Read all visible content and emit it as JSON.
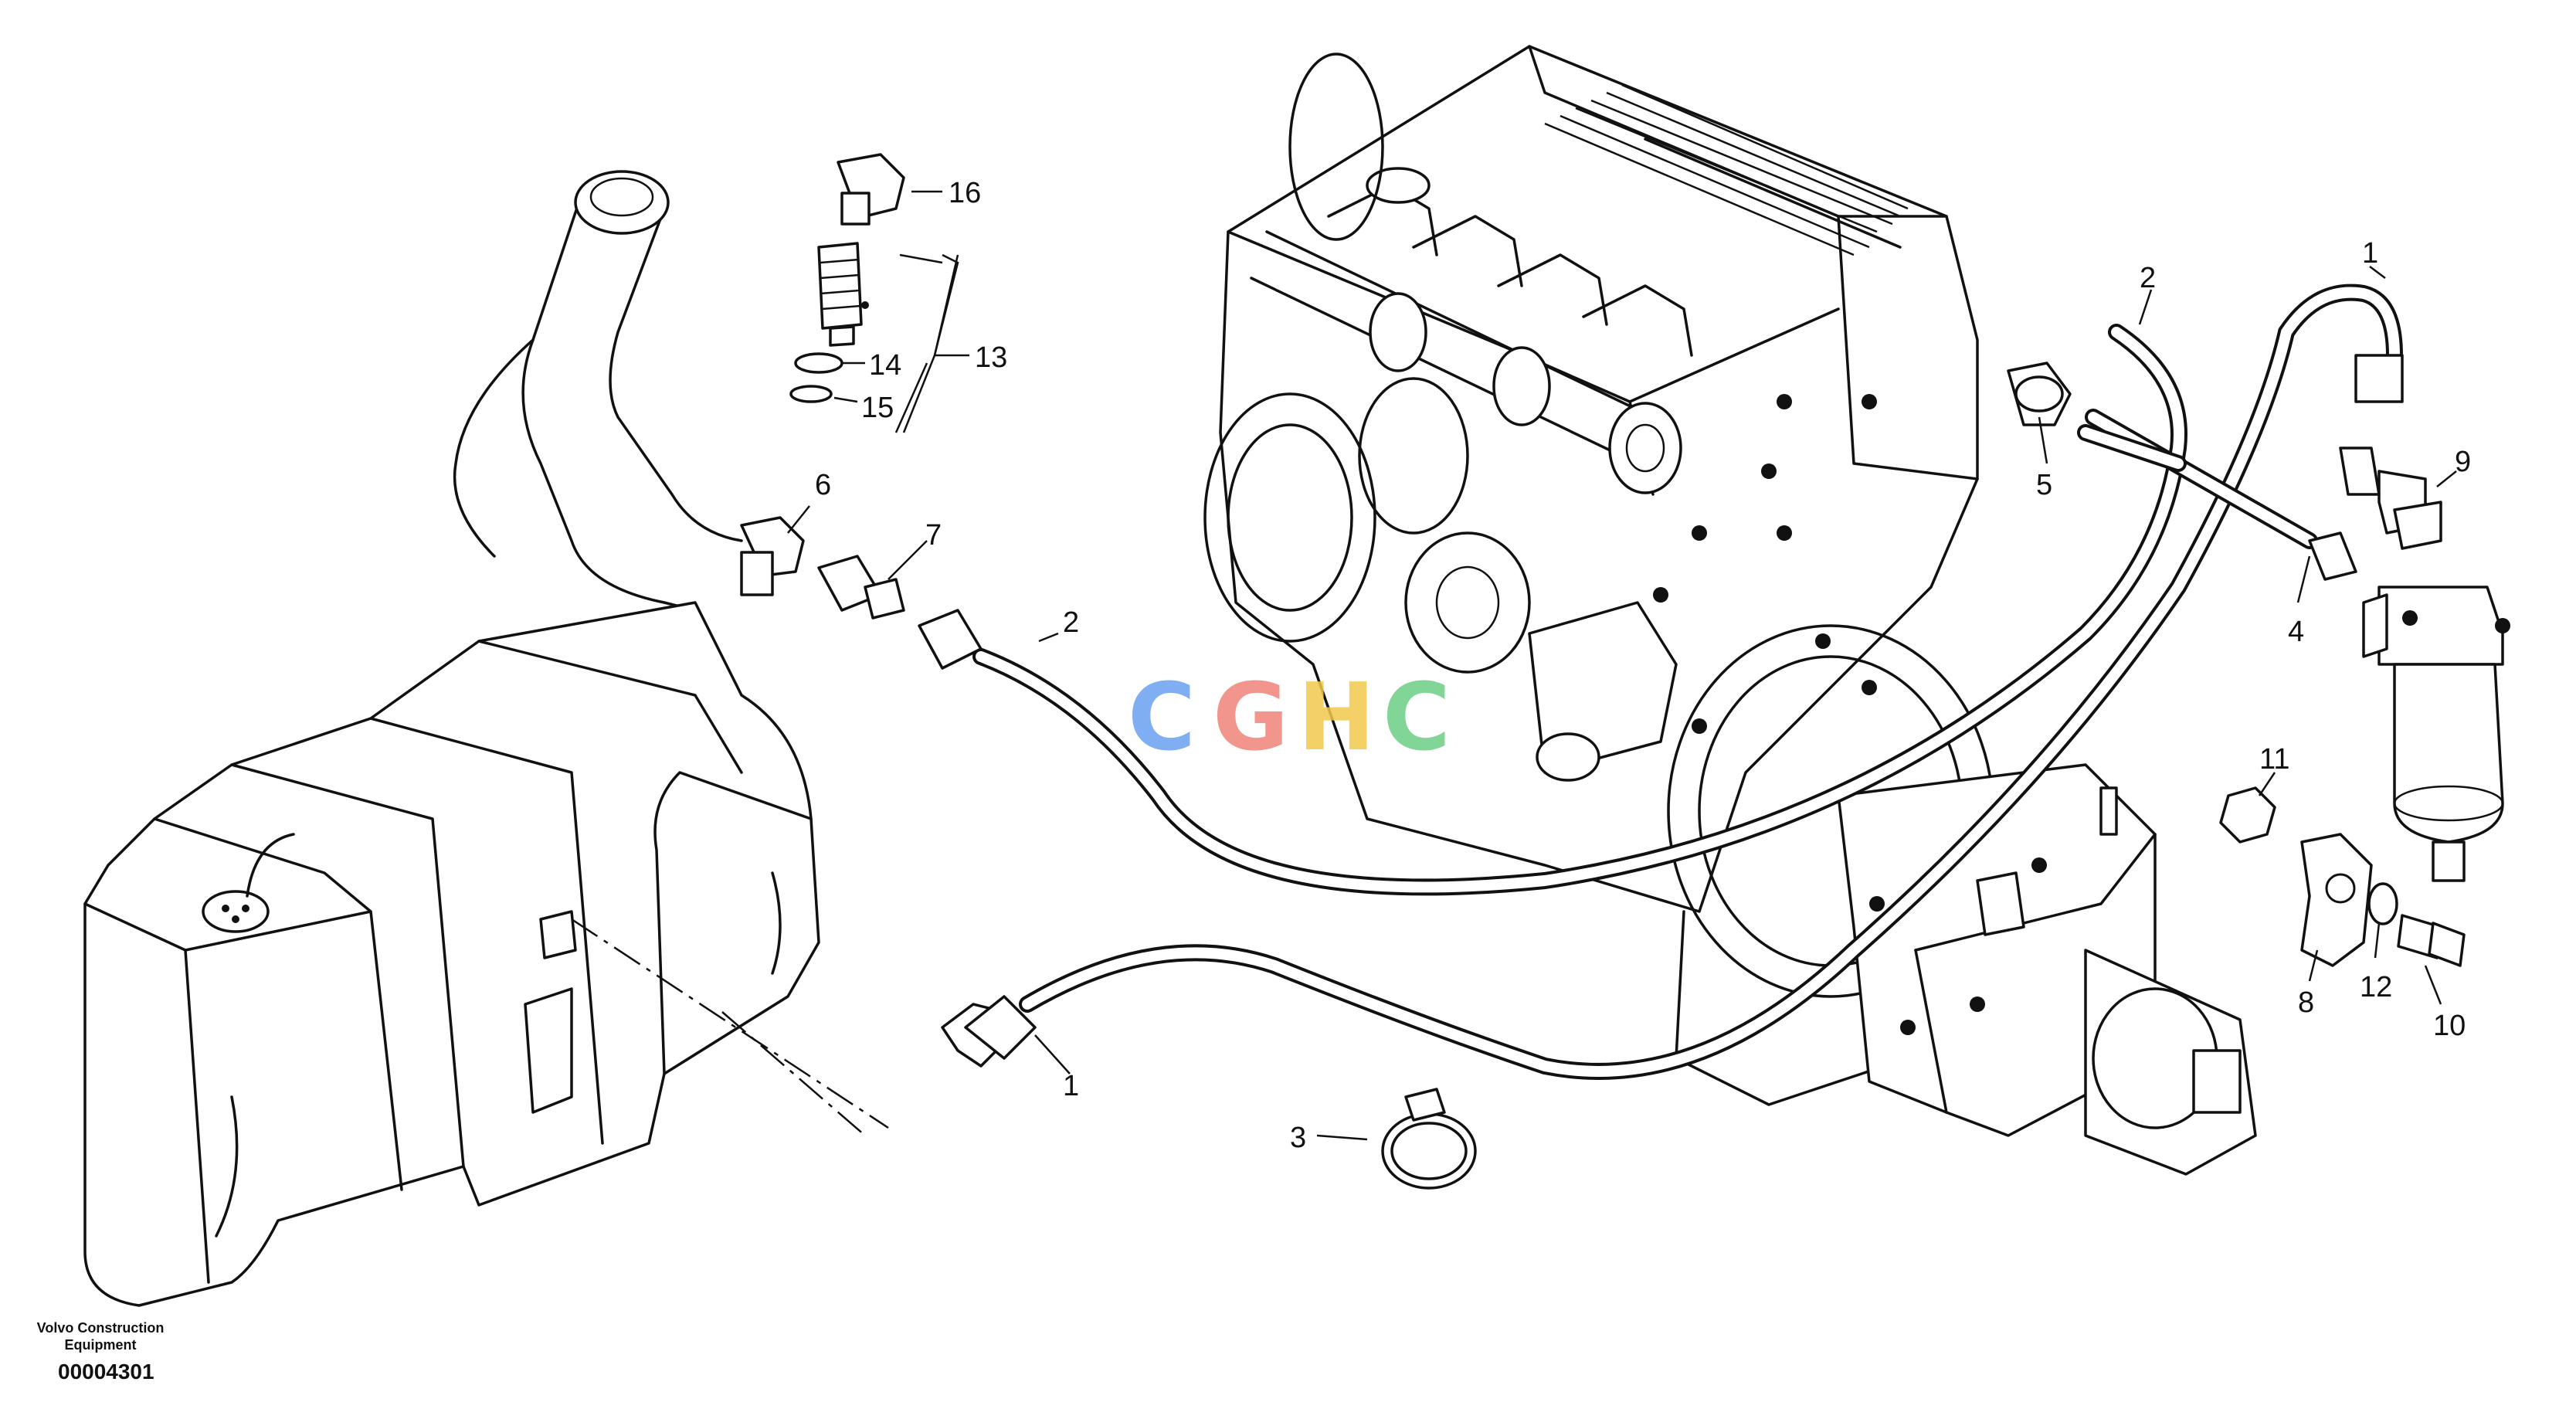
{
  "diagram": {
    "callouts": {
      "c1_top": "1",
      "c1_bottom": "1",
      "c2_top": "2",
      "c2_left": "2",
      "c3": "3",
      "c4": "4",
      "c5": "5",
      "c6": "6",
      "c7": "7",
      "c8": "8",
      "c9": "9",
      "c10": "10",
      "c11": "11",
      "c12": "12",
      "c13": "13",
      "c14": "14",
      "c15": "15",
      "c16": "16"
    },
    "watermark": {
      "letters": [
        "C",
        "G",
        "H",
        "C"
      ],
      "colors": [
        "#6aa0f0",
        "#f0847a",
        "#f2c94c",
        "#6ccf86"
      ]
    }
  },
  "footer": {
    "brand_line1": "Volvo Construction",
    "brand_line2": "Equipment",
    "doc_number": "00004301"
  }
}
